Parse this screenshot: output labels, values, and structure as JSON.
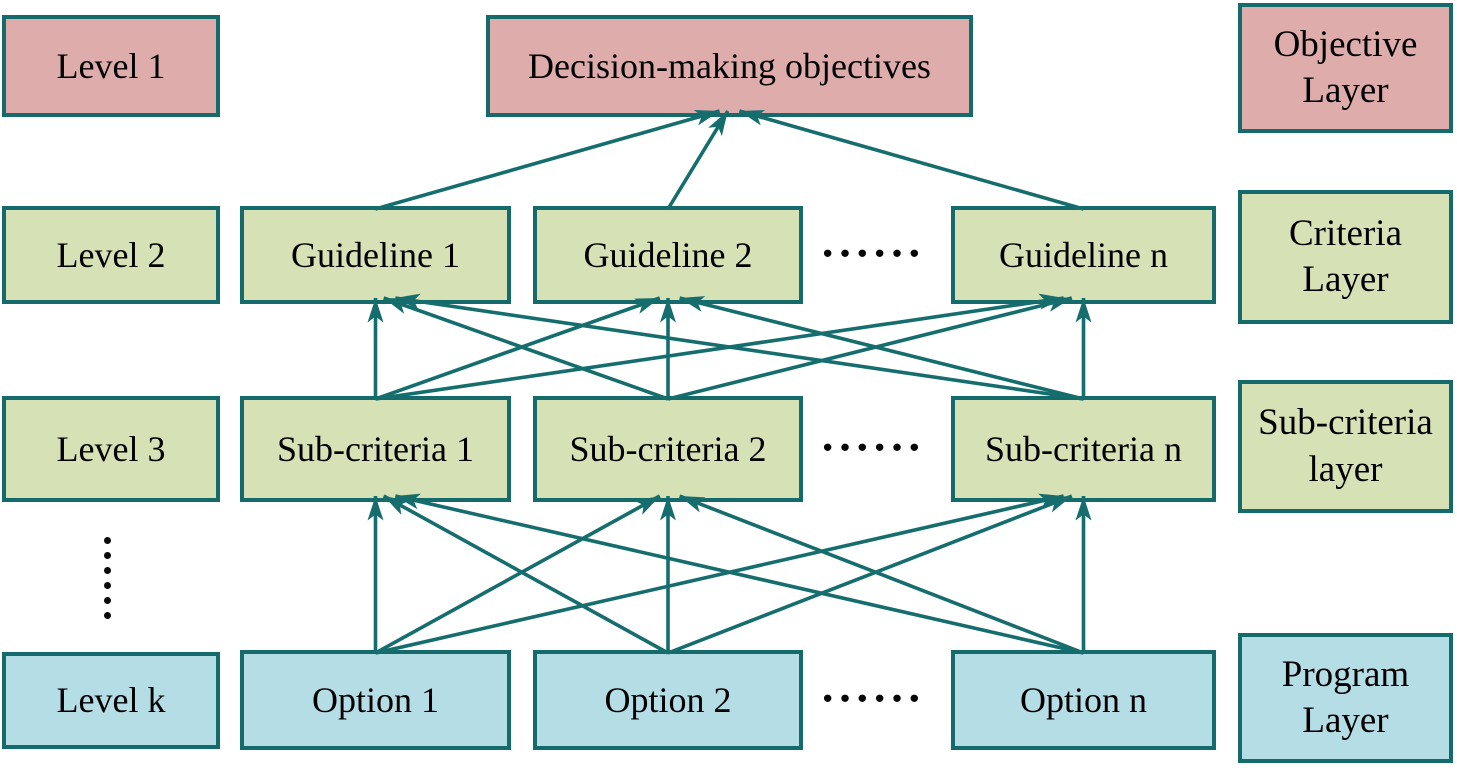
{
  "figure": {
    "description": "AHP decision hierarchy diagram",
    "background": "#ffffff"
  },
  "colors": {
    "objective_fill": "#deacab",
    "criteria_fill": "#d6e1b6",
    "program_fill": "#b5dde6",
    "border_teal": "#156a6c",
    "arrow_teal": "#156e6d",
    "text": "#000000"
  },
  "row_labels": [
    {
      "level": "Level 1",
      "layer": "Objective Layer"
    },
    {
      "level": "Level 2",
      "layer": "Criteria Layer"
    },
    {
      "level": "Level 3",
      "layer": "Sub-criteria layer"
    },
    {
      "level": "Level k",
      "layer": "Program Layer"
    }
  ],
  "nodes": [
    {
      "id": "obj",
      "label": "Decision-making objectives"
    },
    {
      "id": "g1",
      "label": "Guideline 1"
    },
    {
      "id": "g2",
      "label": "Guideline 2"
    },
    {
      "id": "gn",
      "label": "Guideline n"
    },
    {
      "id": "s1",
      "label": "Sub-criteria 1"
    },
    {
      "id": "s2",
      "label": "Sub-criteria 2"
    },
    {
      "id": "sn",
      "label": "Sub-criteria n"
    },
    {
      "id": "o1",
      "label": "Option 1"
    },
    {
      "id": "o2",
      "label": "Option 2"
    },
    {
      "id": "on",
      "label": "Option n"
    }
  ],
  "ellipsis_horizontal": "······",
  "edges": [
    [
      "g1",
      "obj"
    ],
    [
      "g2",
      "obj"
    ],
    [
      "gn",
      "obj"
    ],
    [
      "s1",
      "g1"
    ],
    [
      "s2",
      "g1"
    ],
    [
      "sn",
      "g1"
    ],
    [
      "s1",
      "g2"
    ],
    [
      "s2",
      "g2"
    ],
    [
      "sn",
      "g2"
    ],
    [
      "s1",
      "gn"
    ],
    [
      "s2",
      "gn"
    ],
    [
      "sn",
      "gn"
    ],
    [
      "o1",
      "s1"
    ],
    [
      "o2",
      "s1"
    ],
    [
      "on",
      "s1"
    ],
    [
      "o1",
      "s2"
    ],
    [
      "o2",
      "s2"
    ],
    [
      "on",
      "s2"
    ],
    [
      "o1",
      "sn"
    ],
    [
      "o2",
      "sn"
    ],
    [
      "on",
      "sn"
    ]
  ]
}
